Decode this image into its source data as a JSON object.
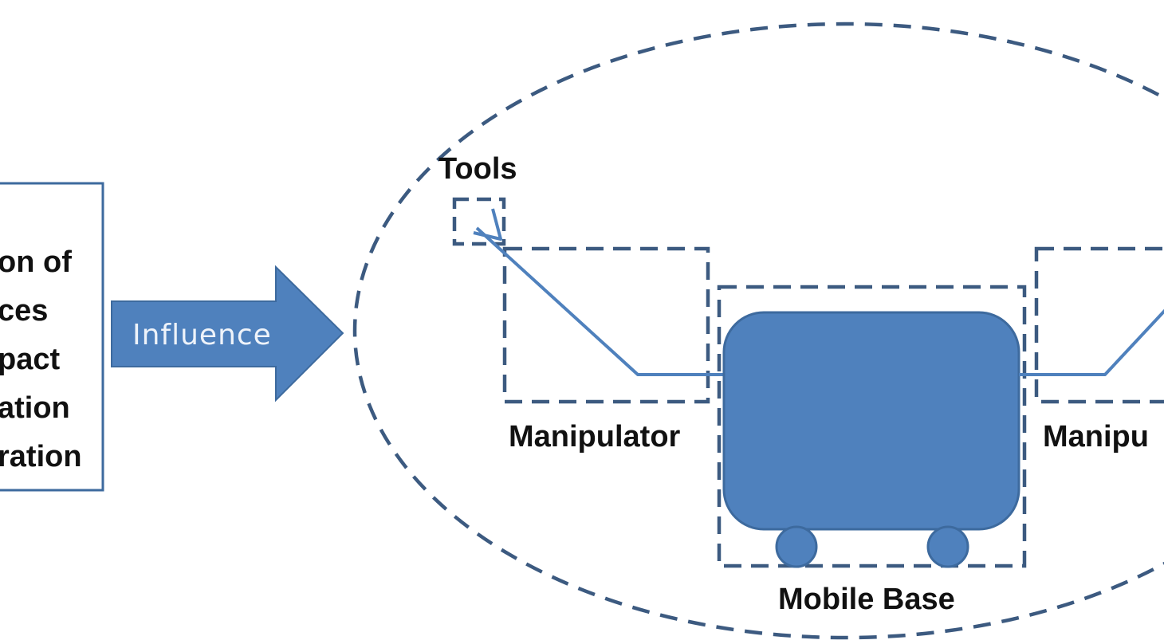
{
  "left_box": {
    "lines": [
      "on of",
      "ces",
      "pact",
      "ation",
      "ration"
    ]
  },
  "arrow": {
    "label": "Influence"
  },
  "labels": {
    "tools": "Tools",
    "manipulator_left": "Manipulator",
    "manipulator_right": "Manipu",
    "mobile_base": "Mobile Base"
  },
  "colors": {
    "shape_fill": "#4f81bd",
    "shape_stroke": "#3d6a9e",
    "dash_stroke": "#3c5a80",
    "text": "#111111"
  }
}
